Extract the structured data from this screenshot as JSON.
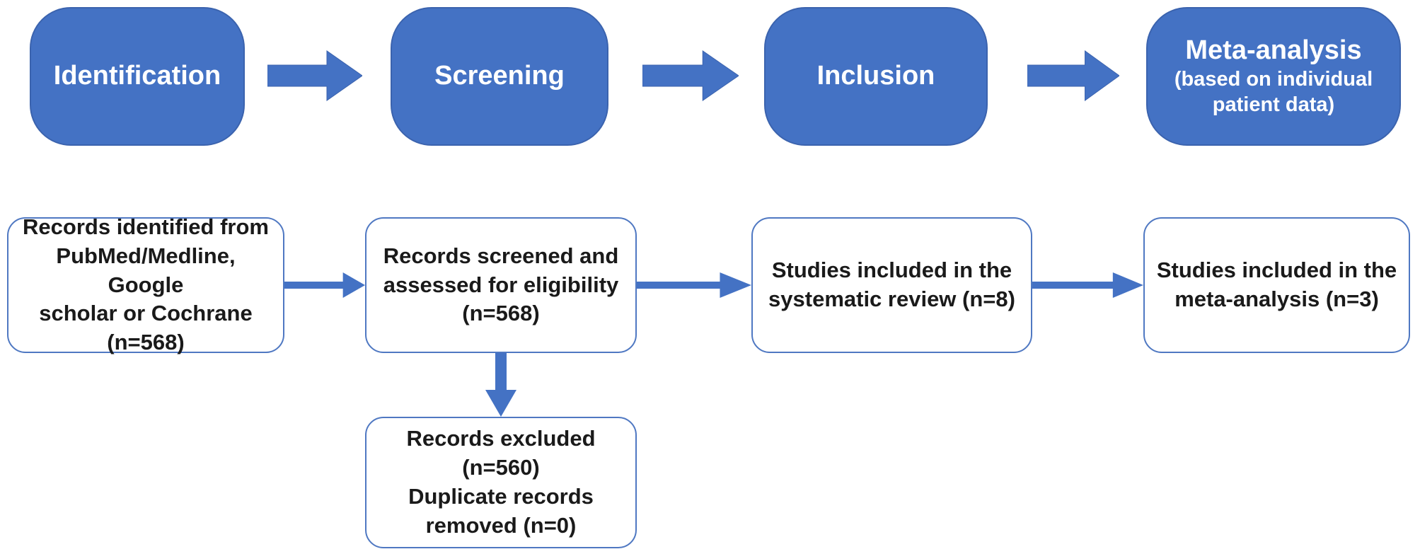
{
  "colors": {
    "accent": "#4472C4",
    "accent_dark": "#3B63AE",
    "box_border": "#4F78C2",
    "box_bg": "#FFFFFF",
    "stage_text": "#FFFFFF",
    "body_text": "#1A1A1A",
    "background": "#FFFFFF"
  },
  "stages": [
    {
      "label": "Identification"
    },
    {
      "label": "Screening"
    },
    {
      "label": "Inclusion"
    },
    {
      "label": "Meta-analysis",
      "sublabel": "(based on individual\npatient data)"
    }
  ],
  "flow": {
    "records_identified": "Records identified from\nPubMed/Medline, Google\nscholar or Cochrane\n(n=568)",
    "records_screened": "Records screened and\nassessed for eligibility\n(n=568)",
    "studies_systematic_review": "Studies included in the\nsystematic review (n=8)",
    "studies_meta_analysis": "Studies included in the\nmeta-analysis (n=3)",
    "records_excluded": "Records excluded (n=560)\nDuplicate records\nremoved (n=0)"
  },
  "counts": {
    "records_identified": 568,
    "records_screened": 568,
    "records_excluded": 560,
    "duplicate_records_removed": 0,
    "studies_systematic_review": 8,
    "studies_meta_analysis": 3
  },
  "icons": {
    "arrow_right": "block-right-arrow",
    "arrow_down": "down-arrow"
  }
}
